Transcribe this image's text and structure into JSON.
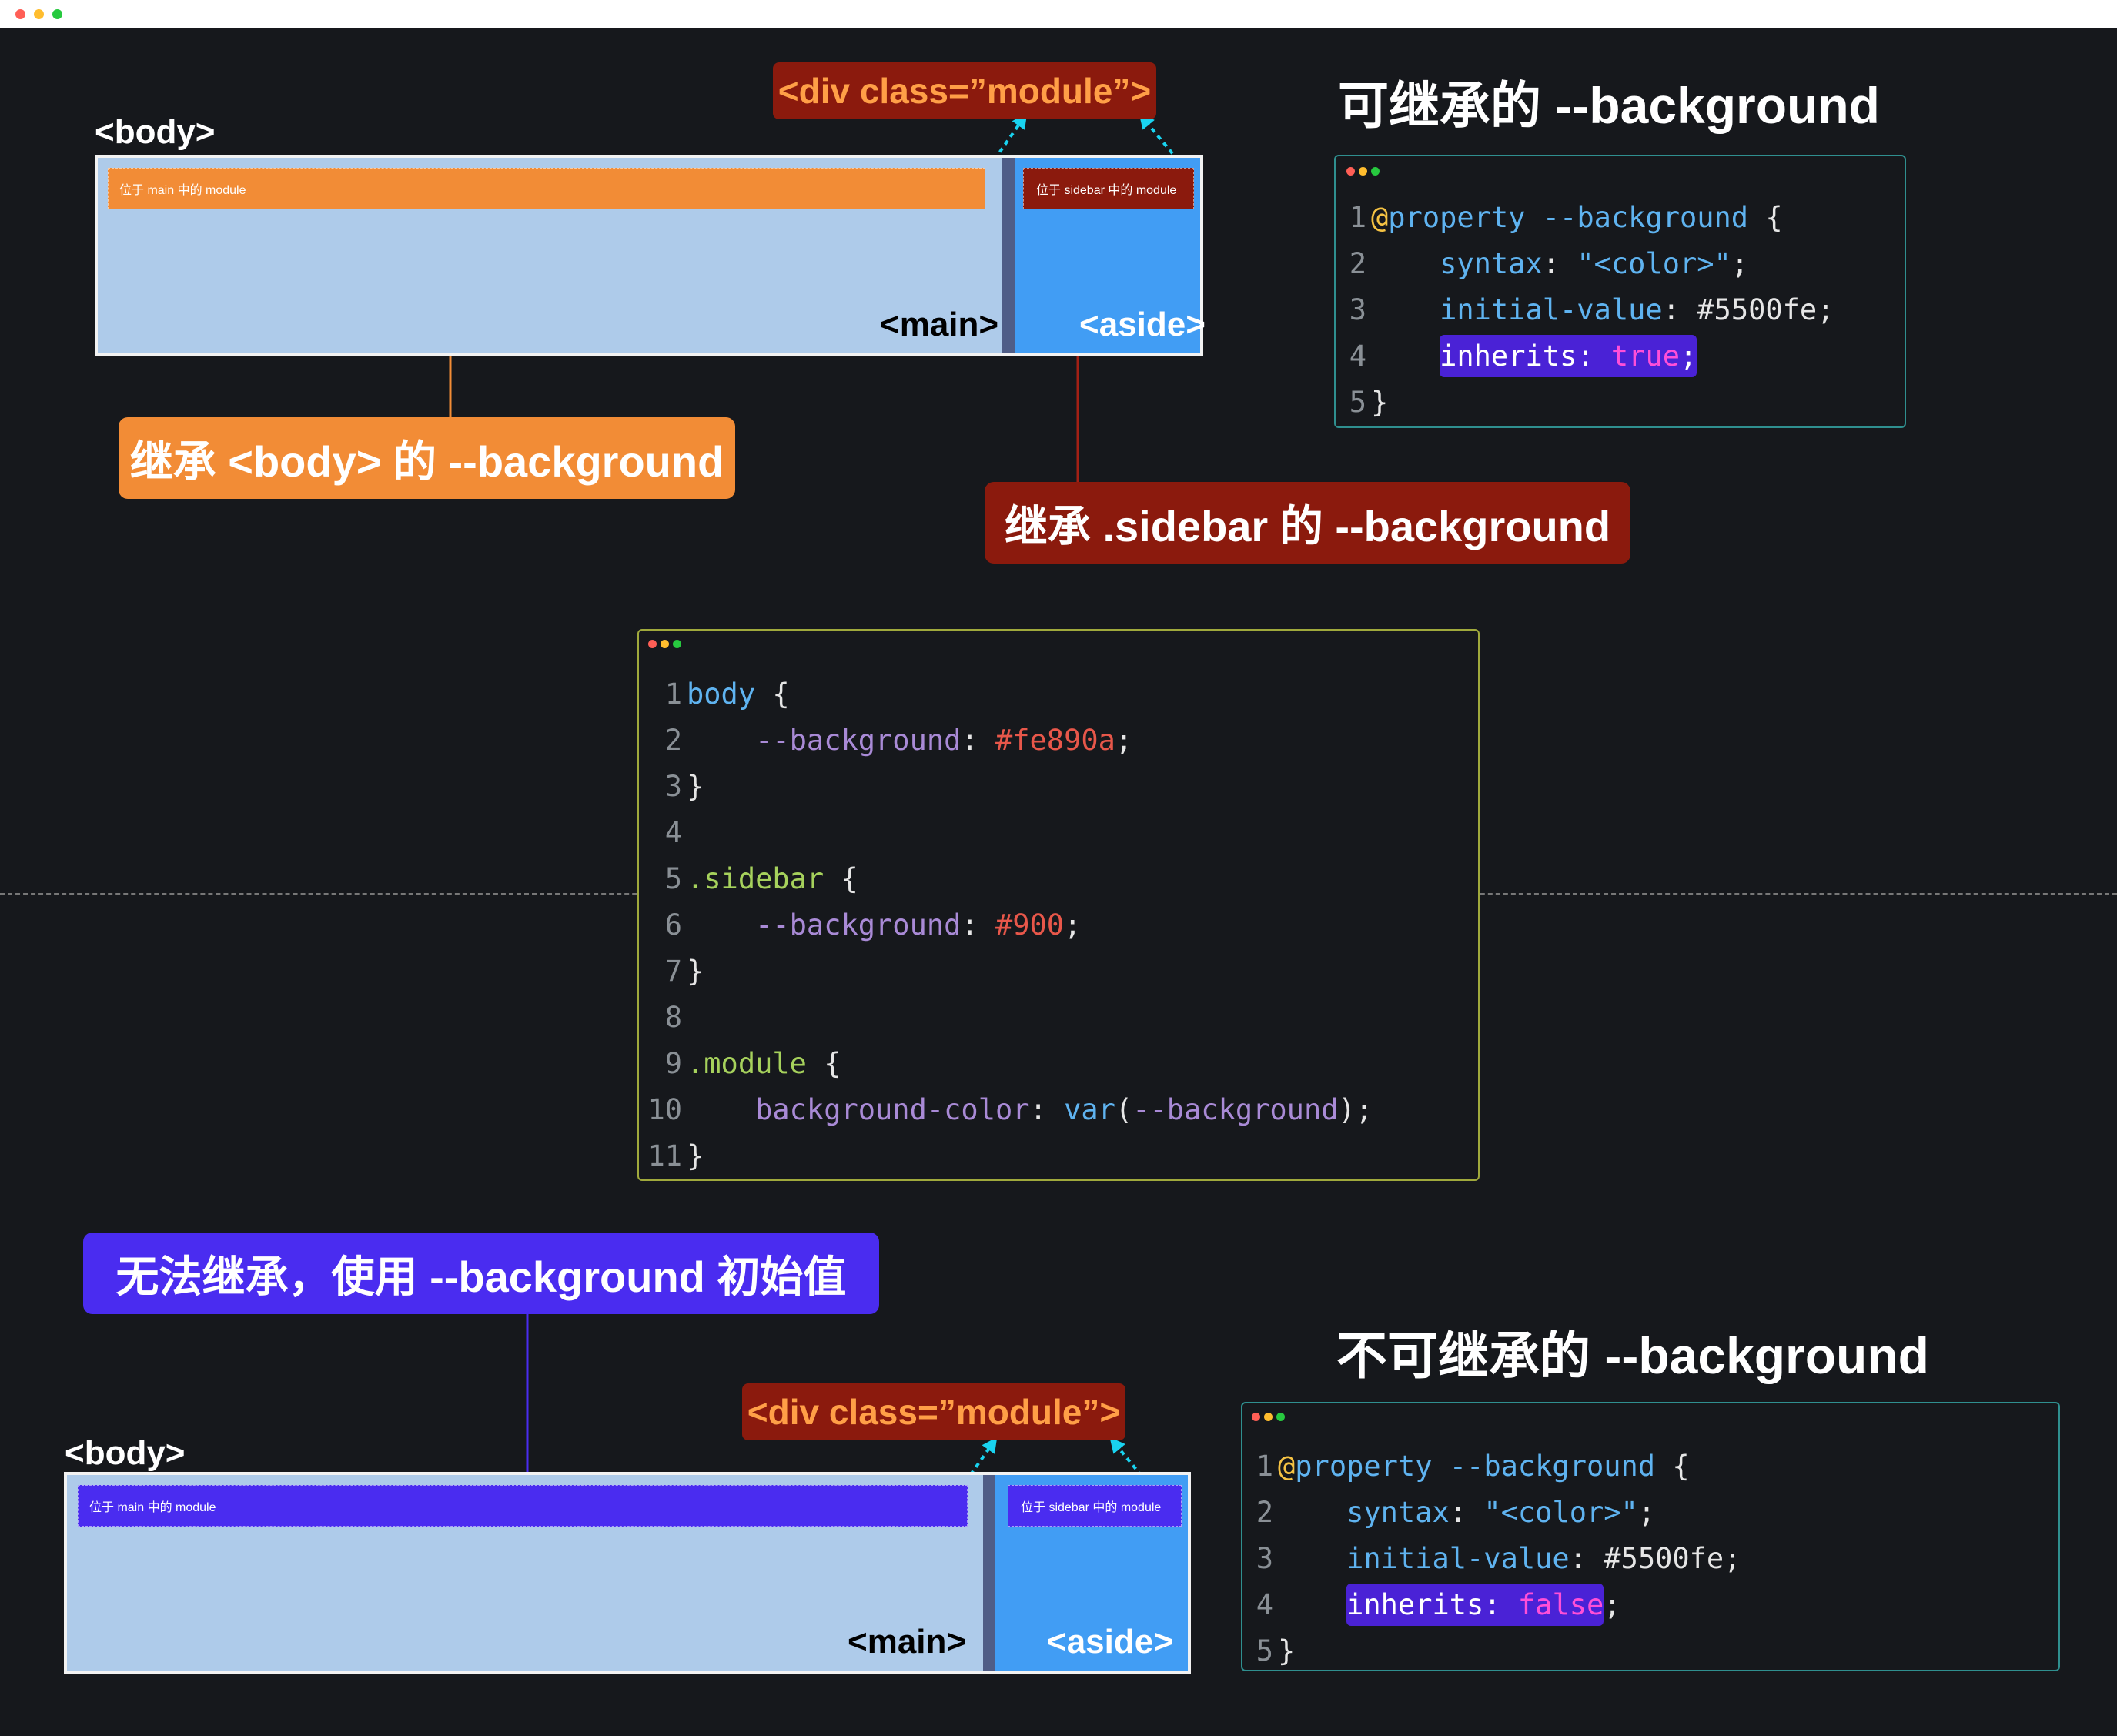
{
  "colors": {
    "bg": "#16181c",
    "orange": "#f28c36",
    "red": "#8b1a0d",
    "purple": "#4a2cf0",
    "main_bg": "#aecbea",
    "aside_bg": "#419df4",
    "cyan": "#19d3f0"
  },
  "labels": {
    "body_tag": "<body>",
    "main_tag": "<main>",
    "aside_tag": "<aside>",
    "div_module": "<div class=”module”>",
    "main_module": "位于 main 中的 module",
    "sidebar_module": "位于 sidebar 中的 module"
  },
  "callouts": {
    "inherit_body": "继承 <body> 的 --background",
    "inherit_sidebar": "继承 .sidebar 的 --background",
    "no_inherit": "无法继承，使用 --background 初始值"
  },
  "headings": {
    "inheritable": "可继承的 --background",
    "not_inheritable": "不可继承的 --background"
  },
  "code_true": {
    "lines": [
      {
        "n": "1",
        "a": "@",
        "b": "property",
        "c": " --background",
        "d": " {"
      },
      {
        "n": "2",
        "a": "    syntax",
        "b": ": ",
        "c": "\"<color>\"",
        "d": ";"
      },
      {
        "n": "3",
        "a": "    initial-value",
        "b": ": ",
        "c": "#5500fe",
        "d": ";"
      },
      {
        "n": "4",
        "a": "inherits",
        "b": ": ",
        "c": "true",
        "d": ";"
      },
      {
        "n": "5",
        "a": "}"
      }
    ]
  },
  "code_false": {
    "lines": [
      {
        "n": "1",
        "a": "@",
        "b": "property",
        "c": " --background",
        "d": " {"
      },
      {
        "n": "2",
        "a": "    syntax",
        "b": ": ",
        "c": "\"<color>\"",
        "d": ";"
      },
      {
        "n": "3",
        "a": "    initial-value",
        "b": ": ",
        "c": "#5500fe",
        "d": ";"
      },
      {
        "n": "4",
        "a": "inherits",
        "b": ": ",
        "c": "false",
        "d": ";"
      },
      {
        "n": "5",
        "a": "}"
      }
    ]
  },
  "code_css": {
    "lines": [
      {
        "n": "1",
        "a": "body",
        "b": " {"
      },
      {
        "n": "2",
        "a": "    --background",
        "b": ": ",
        "c": "#fe890a",
        "d": ";"
      },
      {
        "n": "3",
        "a": "}"
      },
      {
        "n": "4"
      },
      {
        "n": "5",
        "a": ".sidebar",
        "b": " {"
      },
      {
        "n": "6",
        "a": "    --background",
        "b": ": ",
        "c": "#900",
        "d": ";"
      },
      {
        "n": "7",
        "a": "}"
      },
      {
        "n": "8"
      },
      {
        "n": "9",
        "a": ".module",
        "b": " {"
      },
      {
        "n": "10",
        "a": "    background-color",
        "b": ": ",
        "c": "var",
        "d": "(",
        "e": "--background",
        "f": ");"
      },
      {
        "n": "11",
        "a": "}"
      }
    ]
  }
}
